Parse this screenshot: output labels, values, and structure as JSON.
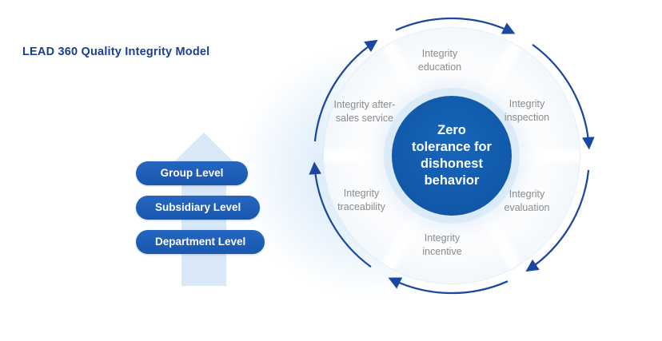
{
  "page": {
    "title": "LEAD 360 Quality Integrity Model"
  },
  "levels": [
    {
      "label": "Group Level"
    },
    {
      "label": "Subsidiary Level"
    },
    {
      "label": "Department Level"
    }
  ],
  "wheel": {
    "center_lines": [
      "Zero",
      "tolerance for",
      "dishonest",
      "behavior"
    ],
    "segments": [
      {
        "label": "Integrity education"
      },
      {
        "label": "Integrity inspection"
      },
      {
        "label": "Integrity evaluation"
      },
      {
        "label": "Integrity incentive"
      },
      {
        "label": "Integrity traceability"
      },
      {
        "label": "Integrity after-sales service"
      }
    ]
  },
  "colors": {
    "navy_title": "#1d3d8f",
    "pill_blue": "#1d5cb4",
    "center_blue": "#1158a8",
    "arrow_stroke": "#1a479f",
    "light_blue": "#d8e8f6",
    "label_gray": "#8b8b8b"
  }
}
